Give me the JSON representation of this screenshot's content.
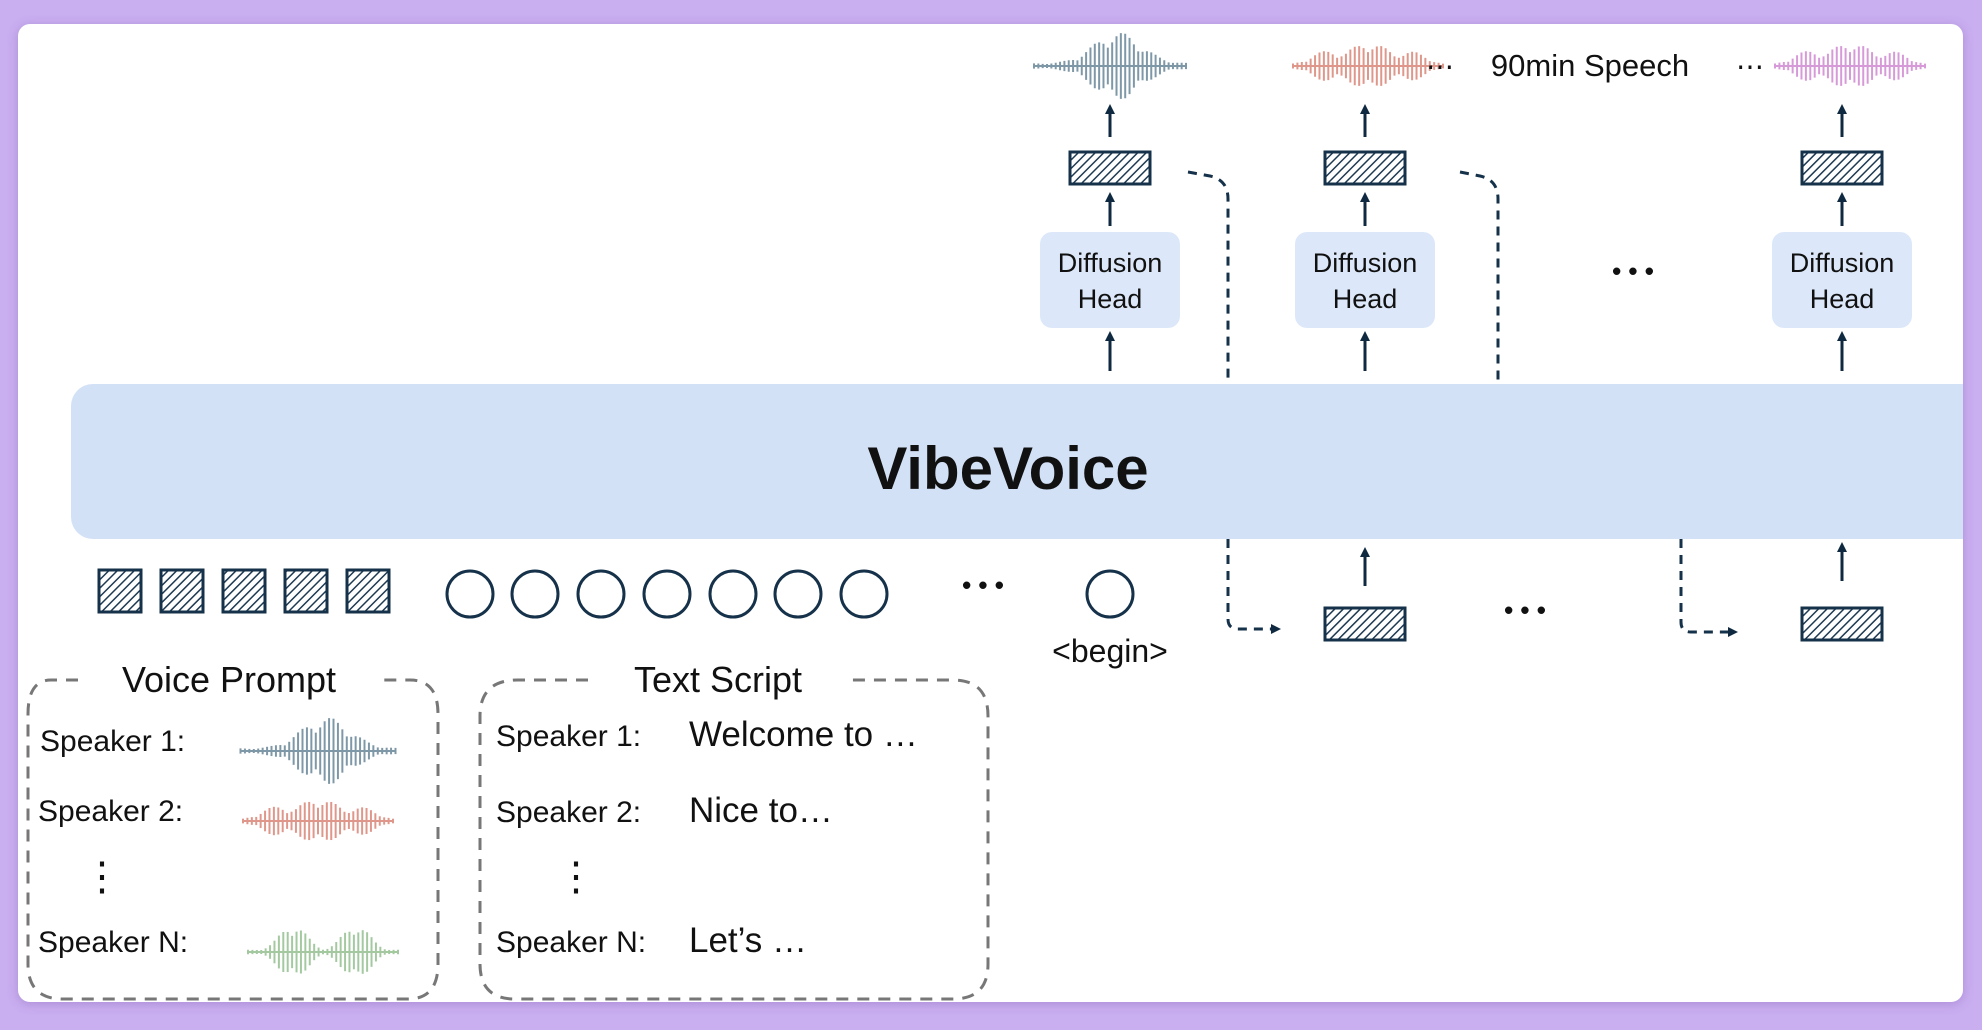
{
  "title": "VibeVoice",
  "output_label": "90min Speech",
  "ellipsis_inline": "⋯",
  "ellipsis": "• • •",
  "diffusion_head": {
    "line1": "Diffusion",
    "line2": "Head"
  },
  "begin_label": "<begin>",
  "voice_prompt": {
    "title": "Voice Prompt",
    "rows": [
      {
        "label": "Speaker 1:",
        "wave_color": "#7f98a8"
      },
      {
        "label": "Speaker 2:",
        "wave_color": "#de978a"
      },
      {
        "label": "Speaker N:",
        "wave_color": "#a4c9a0"
      }
    ]
  },
  "text_script": {
    "title": "Text Script",
    "rows": [
      {
        "label": "Speaker 1:",
        "text": "Welcome to …"
      },
      {
        "label": "Speaker 2:",
        "text": "Nice to…"
      },
      {
        "label": "Speaker N:",
        "text": "Let’s …"
      }
    ]
  },
  "vertical_dots": "⋮",
  "colors": {
    "backbone": "#d3e1f7",
    "diffusion_box": "#dce8f9",
    "token_stroke": "#16324a",
    "wave_blue": "#7f98a8",
    "wave_red": "#de978a",
    "wave_purple": "#d79ad8",
    "frame": "#c9aef0"
  }
}
